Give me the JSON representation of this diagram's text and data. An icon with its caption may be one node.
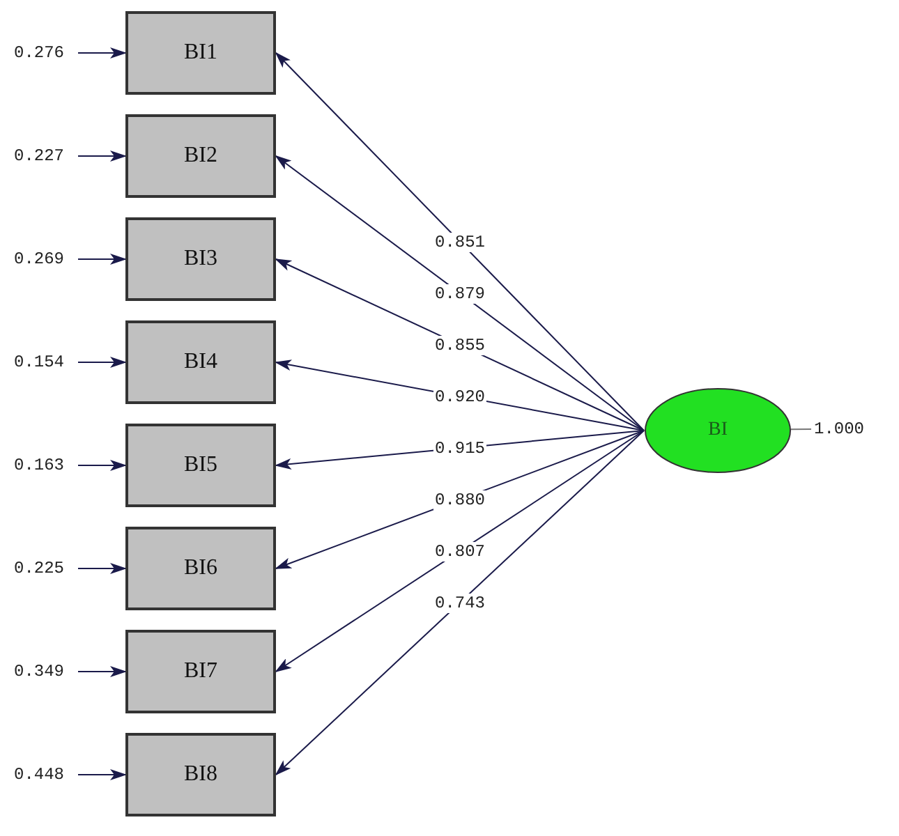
{
  "diagram": {
    "nodes": [
      {
        "text": [
          "0.276"
        ]
      },
      {
        "text": [
          "BI1"
        ]
      },
      {
        "text": [
          "0.227"
        ]
      },
      {
        "text": [
          "BI2"
        ]
      },
      {
        "text": [
          "0.269"
        ]
      },
      {
        "text": [
          "BI3"
        ]
      },
      {
        "text": [
          "0.154"
        ]
      },
      {
        "text": [
          "BI4"
        ]
      },
      {
        "text": [
          "0.163"
        ]
      },
      {
        "text": [
          "BI5"
        ]
      },
      {
        "text": [
          "0.225"
        ]
      },
      {
        "text": [
          "BI6"
        ]
      },
      {
        "text": [
          "0.349"
        ]
      },
      {
        "text": [
          "BI7"
        ]
      },
      {
        "text": [
          "0.448"
        ]
      },
      {
        "text": [
          "BI8"
        ]
      },
      {
        "text": [
          "BI"
        ]
      },
      {
        "text": [
          "1.000"
        ]
      }
    ],
    "edges": [
      {
        "from": 16,
        "to": 1,
        "arrow": "to",
        "label": "0.851"
      },
      {
        "from": 16,
        "to": 3,
        "arrow": "to",
        "label": "0.879"
      },
      {
        "from": 16,
        "to": 5,
        "arrow": "to",
        "label": "0.855"
      },
      {
        "from": 16,
        "to": 7,
        "arrow": "to",
        "label": "0.920"
      },
      {
        "from": 16,
        "to": 9,
        "arrow": "to",
        "label": "0.915"
      },
      {
        "from": 16,
        "to": 11,
        "arrow": "to",
        "label": "0.880"
      },
      {
        "from": 16,
        "to": 13,
        "arrow": "to",
        "label": "0.807"
      },
      {
        "from": 16,
        "to": 15,
        "arrow": "to",
        "label": "0.743"
      },
      {
        "from": 0,
        "to": 1,
        "arrow": "to"
      },
      {
        "from": 2,
        "to": 3,
        "arrow": "to"
      },
      {
        "from": 4,
        "to": 5,
        "arrow": "to"
      },
      {
        "from": 6,
        "to": 7,
        "arrow": "to"
      },
      {
        "from": 8,
        "to": 9,
        "arrow": "to"
      },
      {
        "from": 10,
        "to": 11,
        "arrow": "to"
      },
      {
        "from": 12,
        "to": 13,
        "arrow": "to"
      },
      {
        "from": 14,
        "to": 15,
        "arrow": "to"
      },
      {
        "from": 17,
        "to": 16,
        "arrow": "none",
        "color": "#777777"
      }
    ]
  }
}
